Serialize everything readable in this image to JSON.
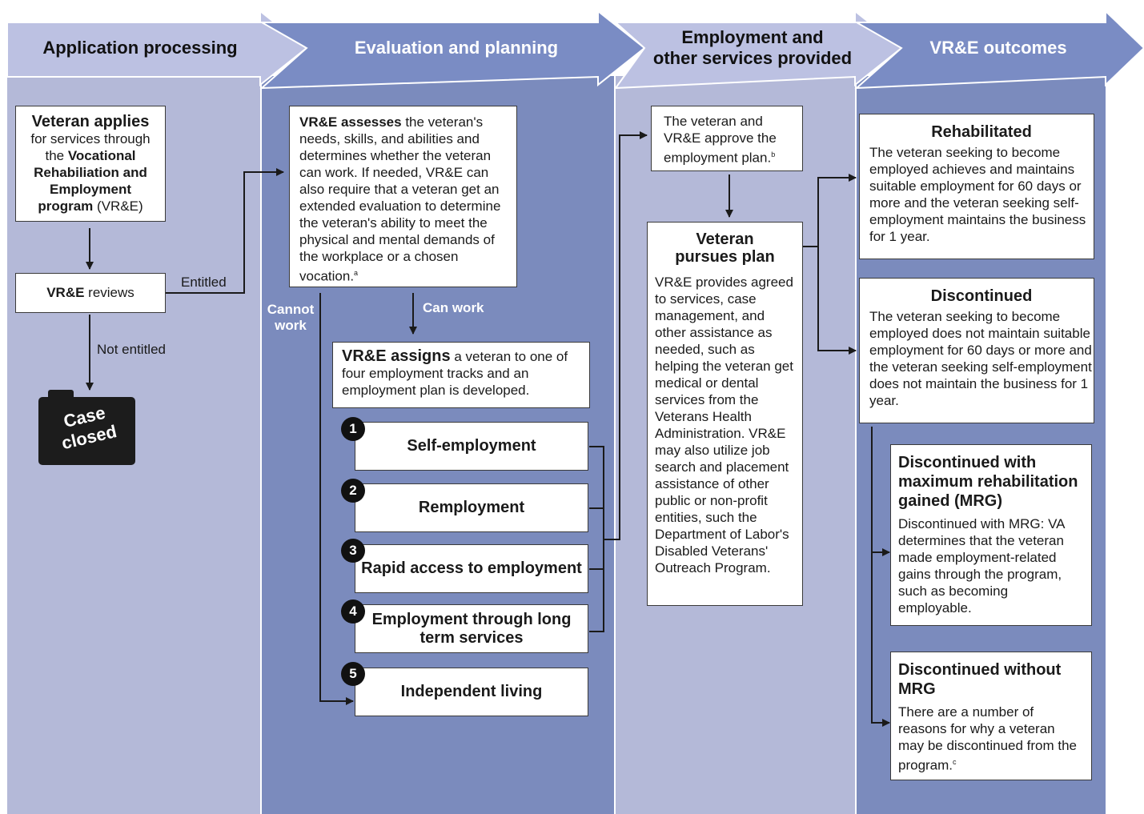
{
  "phases": {
    "p1": "Application processing",
    "p2": "Evaluation and planning",
    "p3_line1": "Employment and",
    "p3_line2": "other services provided",
    "p4": "VR&E outcomes"
  },
  "colors": {
    "light_column": "#b4b9d8",
    "dark_column": "#7b8bbd",
    "banner_dark": "#7a8cc4",
    "banner_light": "#bcc1e2"
  },
  "application": {
    "applies_bold": "Veteran applies",
    "applies_pre": "for services through the ",
    "applies_program": "Vocational Rehabiliation and Employment program",
    "applies_post": " (VR&E)",
    "reviews_bold": "VR&E",
    "reviews_rest": " reviews",
    "entitled": "Entitled",
    "not_entitled": "Not entitled",
    "case_closed_1": "Case",
    "case_closed_2": "closed"
  },
  "evaluation": {
    "assess_bold": "VR&E assesses",
    "assess_rest": " the veteran's needs, skills, and abilities and determines whether the veteran can work. If needed, VR&E can also require that a veteran get an extended evaluation to determine the veteran's ability to meet the physical and mental demands of the workplace or a chosen vocation.",
    "assess_note": "a",
    "can_work": "Can work",
    "cannot_work_1": "Cannot",
    "cannot_work_2": "work",
    "assign_bold": "VR&E assigns",
    "assign_rest": " a veteran to one of four employment tracks and an employment plan is developed.",
    "tracks": [
      {
        "num": "1",
        "label": "Self-employment"
      },
      {
        "num": "2",
        "label": "Remployment"
      },
      {
        "num": "3",
        "label": "Rapid access to employment"
      },
      {
        "num": "4",
        "label": "Employment through long term services"
      },
      {
        "num": "5",
        "label": "Independent living"
      }
    ]
  },
  "employment": {
    "approve_text": "The veteran and VR&E approve the employment plan.",
    "approve_note": "b",
    "pursues_title": "Veteran pursues plan",
    "pursues_text": "VR&E provides agreed to services, case management, and other assistance as needed, such as helping the veteran get medical or dental services from the Veterans Health Administration. VR&E may also utilize job search and placement assistance of other public or non-profit entities, such the Department of Labor's Disabled Veterans' Outreach Program."
  },
  "outcomes": {
    "rehab_title": "Rehabilitated",
    "rehab_text": "The veteran seeking to become employed achieves and maintains suitable employment for 60 days or more and the veteran seeking self-employment maintains the business for 1 year.",
    "disc_title": "Discontinued",
    "disc_text": "The veteran seeking to become employed does not maintain suitable employment for 60 days or more and the veteran seeking self-employment does not maintain the business for 1 year.",
    "mrg_title": "Discontinued with maximum rehabilitation gained (MRG)",
    "mrg_text": "Discontinued with MRG: VA determines that the veteran made employment-related gains through the program, such as becoming employable.",
    "nomrg_title": "Discontinued without MRG",
    "nomrg_text": "There are a number of reasons for why a veteran may be discontinued from the program.",
    "nomrg_note": "c"
  }
}
